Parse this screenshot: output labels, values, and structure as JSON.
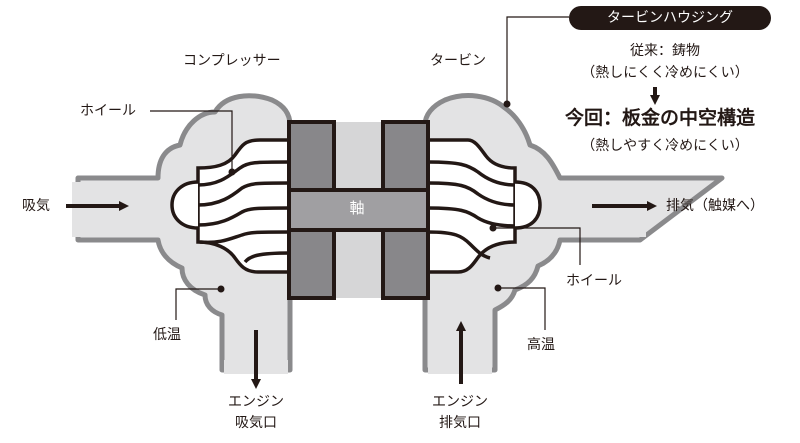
{
  "labels": {
    "compressor": "コンプレッサー",
    "turbine": "タービン",
    "turbine_housing_badge": "タービンハウジング",
    "conventional": "従来：鋳物",
    "conventional_note": "（熱しにくく冷めにくい）",
    "current": "今回：板金の中空構造",
    "current_note": "（熱しやすく冷めにくい）",
    "wheel_left": "ホイール",
    "wheel_right": "ホイール",
    "intake": "吸気",
    "exhaust": "排気（触媒へ）",
    "shaft": "軸",
    "low_temp": "低温",
    "high_temp": "高温",
    "engine_intake": [
      "エンジン",
      "吸気口"
    ],
    "engine_exhaust": [
      "エンジン",
      "排気口"
    ]
  },
  "colors": {
    "ink": "#231815",
    "housing_fill": "#e3e3e4",
    "housing_edge": "#8a8a8c",
    "block_dark": "#88878a",
    "block_mid": "#a09fa2",
    "shaft_gap": "#d6d6d7"
  }
}
